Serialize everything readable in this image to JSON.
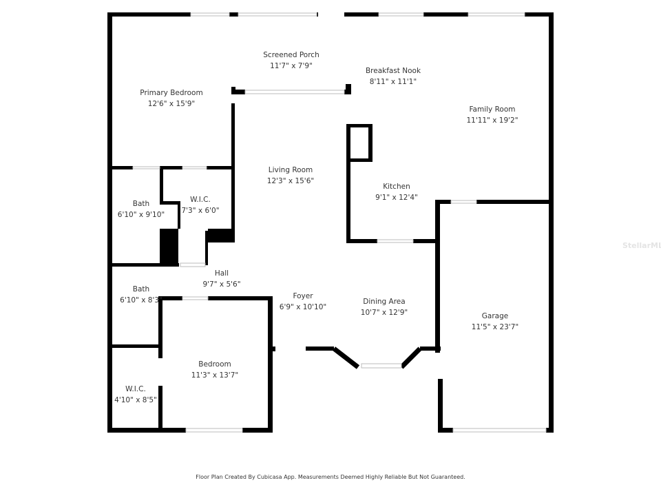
{
  "rooms": [
    {
      "id": "screened-porch",
      "name": "Screened Porch",
      "dims": "11'7\" x 7'9\""
    },
    {
      "id": "breakfast-nook",
      "name": "Breakfast Nook",
      "dims": "8'11\" x 11'1\""
    },
    {
      "id": "primary-bedroom",
      "name": "Primary Bedroom",
      "dims": "12'6\" x 15'9\""
    },
    {
      "id": "family-room",
      "name": "Family Room",
      "dims": "11'11\" x 19'2\""
    },
    {
      "id": "living-room",
      "name": "Living Room",
      "dims": "12'3\" x 15'6\""
    },
    {
      "id": "kitchen",
      "name": "Kitchen",
      "dims": "9'1\" x 12'4\""
    },
    {
      "id": "bath-1",
      "name": "Bath",
      "dims": "6'10\" x 9'10\""
    },
    {
      "id": "wic-1",
      "name": "W.I.C.",
      "dims": "7'3\" x 6'0\""
    },
    {
      "id": "hall",
      "name": "Hall",
      "dims": "9'7\" x 5'6\""
    },
    {
      "id": "bath-2",
      "name": "Bath",
      "dims": "6'10\" x 8'3\""
    },
    {
      "id": "foyer",
      "name": "Foyer",
      "dims": "6'9\" x 10'10\""
    },
    {
      "id": "dining-area",
      "name": "Dining Area",
      "dims": "10'7\" x 12'9\""
    },
    {
      "id": "garage",
      "name": "Garage",
      "dims": "11'5\" x 23'7\""
    },
    {
      "id": "bedroom",
      "name": "Bedroom",
      "dims": "11'3\" x 13'7\""
    },
    {
      "id": "wic-2",
      "name": "W.I.C.",
      "dims": "4'10\" x 8'5\""
    }
  ],
  "footer": "Floor Plan Created By Cubicasa App. Measurements Deemed Highly Reliable But Not Guaranteed.",
  "watermark": "StellarMLS",
  "colors": {
    "wall": "#000000",
    "window": "#cccccc",
    "text": "#333333"
  }
}
